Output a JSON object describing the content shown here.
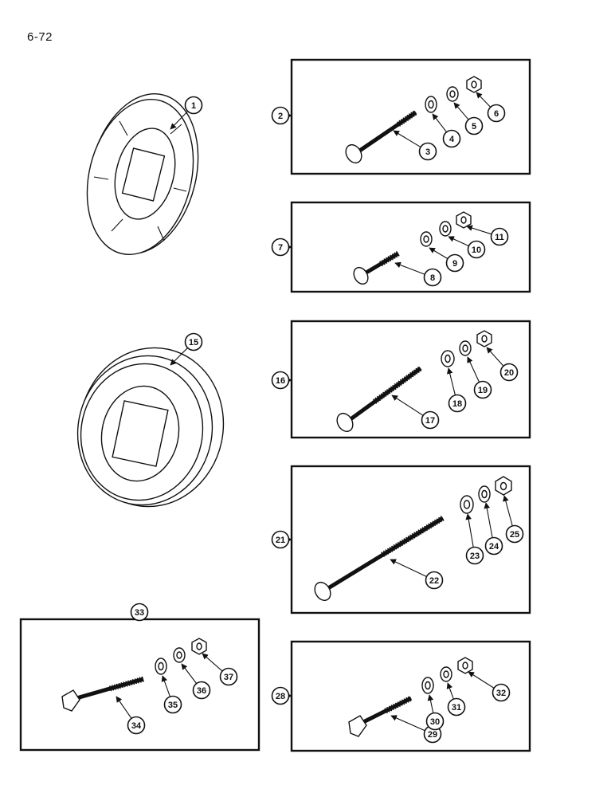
{
  "page": {
    "number": "6-72"
  },
  "callouts": [
    "1",
    "2",
    "3",
    "4",
    "5",
    "6",
    "7",
    "8",
    "9",
    "10",
    "11",
    "15",
    "16",
    "17",
    "18",
    "19",
    "20",
    "21",
    "22",
    "23",
    "24",
    "25",
    "28",
    "29",
    "30",
    "31",
    "32",
    "33",
    "34",
    "35",
    "36",
    "37"
  ]
}
